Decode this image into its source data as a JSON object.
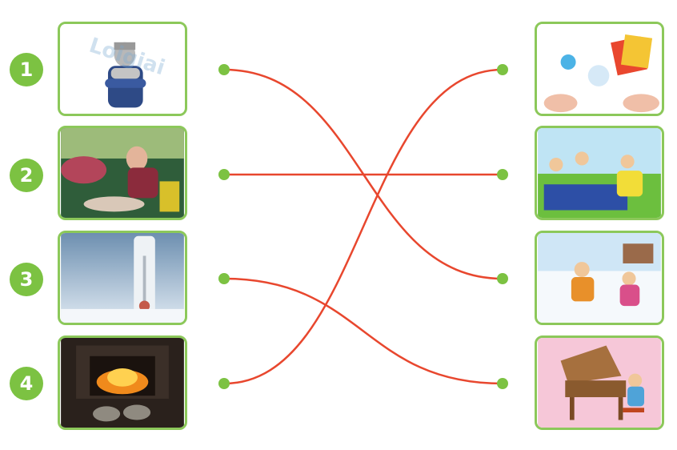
{
  "numbers": [
    "1",
    "2",
    "3",
    "4"
  ],
  "watermark": "Loigiai",
  "left_images": [
    {
      "name": "cold-person-scarf-image"
    },
    {
      "name": "hot-woman-sun-image"
    },
    {
      "name": "snowy-thermometer-image"
    },
    {
      "name": "fireplace-image"
    }
  ],
  "right_images": [
    {
      "name": "paper-craft-hands-image"
    },
    {
      "name": "picnic-kids-image"
    },
    {
      "name": "snow-play-kids-image"
    },
    {
      "name": "piano-girl-image"
    }
  ],
  "connections": [
    {
      "from": 1,
      "to": 3
    },
    {
      "from": 2,
      "to": 2
    },
    {
      "from": 3,
      "to": 4
    },
    {
      "from": 4,
      "to": 1
    }
  ],
  "colors": {
    "accent_green": "#7cc242",
    "card_border": "#8cc85a",
    "line_red": "#e8472e"
  }
}
